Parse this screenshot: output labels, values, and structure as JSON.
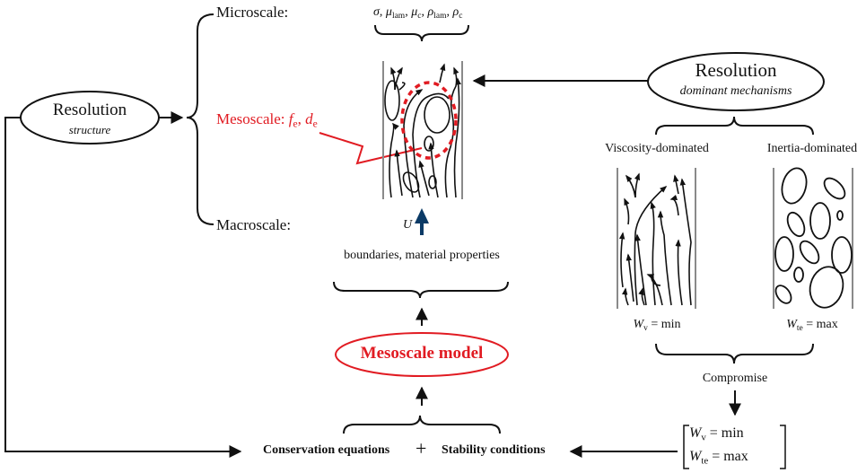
{
  "scales": {
    "micro": "Microscale:",
    "meso": "Mesoscale:",
    "macro": "Macroscale:"
  },
  "micro_params": {
    "items": [
      {
        "sym": "σ",
        "sub": ""
      },
      {
        "sym": "μ",
        "sub": "lam"
      },
      {
        "sym": "μ",
        "sub": "c"
      },
      {
        "sym": "ρ",
        "sub": "lam"
      },
      {
        "sym": "ρ",
        "sub": "c"
      }
    ]
  },
  "meso_params": {
    "f_sym": "f",
    "f_sub": "e",
    "d_sym": "d",
    "d_sub": "e",
    "sep": ", "
  },
  "resolution_structure": {
    "title": "Resolution",
    "subtitle": "structure"
  },
  "resolution_mechanisms": {
    "title": "Resolution",
    "subtitle": "dominant mechanisms"
  },
  "velocity_label": "U",
  "boundaries_label": "boundaries, material properties",
  "mesoscale_model_label": "Mesoscale model",
  "viscosity_label": "Viscosity-dominated",
  "inertia_label": "Inertia-dominated",
  "wv": {
    "sym": "W",
    "sub": "v",
    "rel": " = min"
  },
  "wte": {
    "sym": "W",
    "sub": "te",
    "rel": " = max"
  },
  "compromise_label": "Compromise",
  "conservation_label": "Conservation equations",
  "plus": "+",
  "stability_label": "Stability conditions",
  "colors": {
    "red": "#e11b22",
    "arrow_blue": "#0b3a66",
    "wall_gray": "#8a8a8a"
  }
}
